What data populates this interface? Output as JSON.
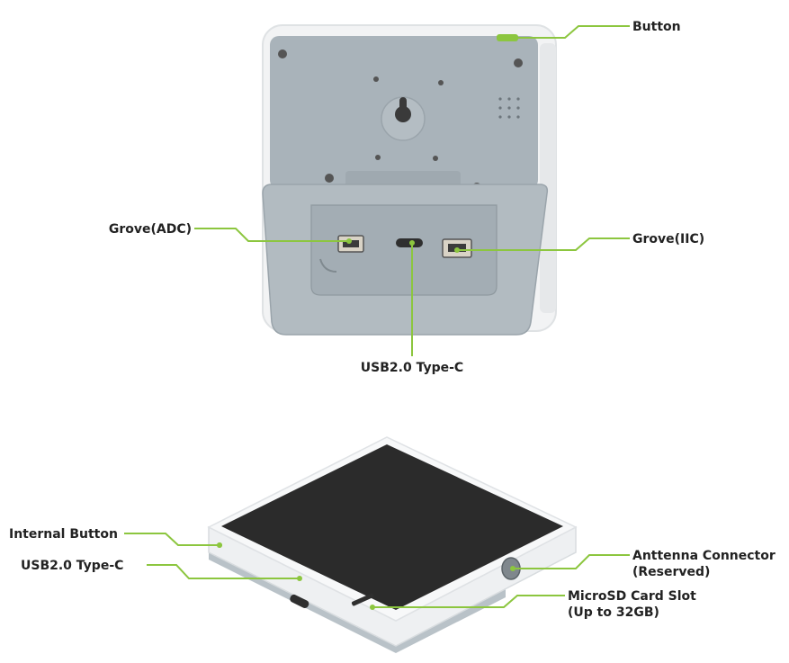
{
  "labels": {
    "button": "Button",
    "grove_adc": "Grove(ADC)",
    "grove_iic": "Grove(IIC)",
    "usb_back": "USB2.0 Type-C",
    "internal_button": "Internal Button",
    "usb_bottom": "USB2.0 Type-C",
    "antenna_line1": "Anttenna Connector",
    "antenna_line2": "(Reserved)",
    "sd_line1": "MicroSD Card Slot",
    "sd_line2": "(Up to 32GB)"
  },
  "colors": {
    "callout": "#8cc63f",
    "back_panel": "#a9b3ba",
    "device_white": "#f4f5f6",
    "screen": "#2b2b2b"
  }
}
